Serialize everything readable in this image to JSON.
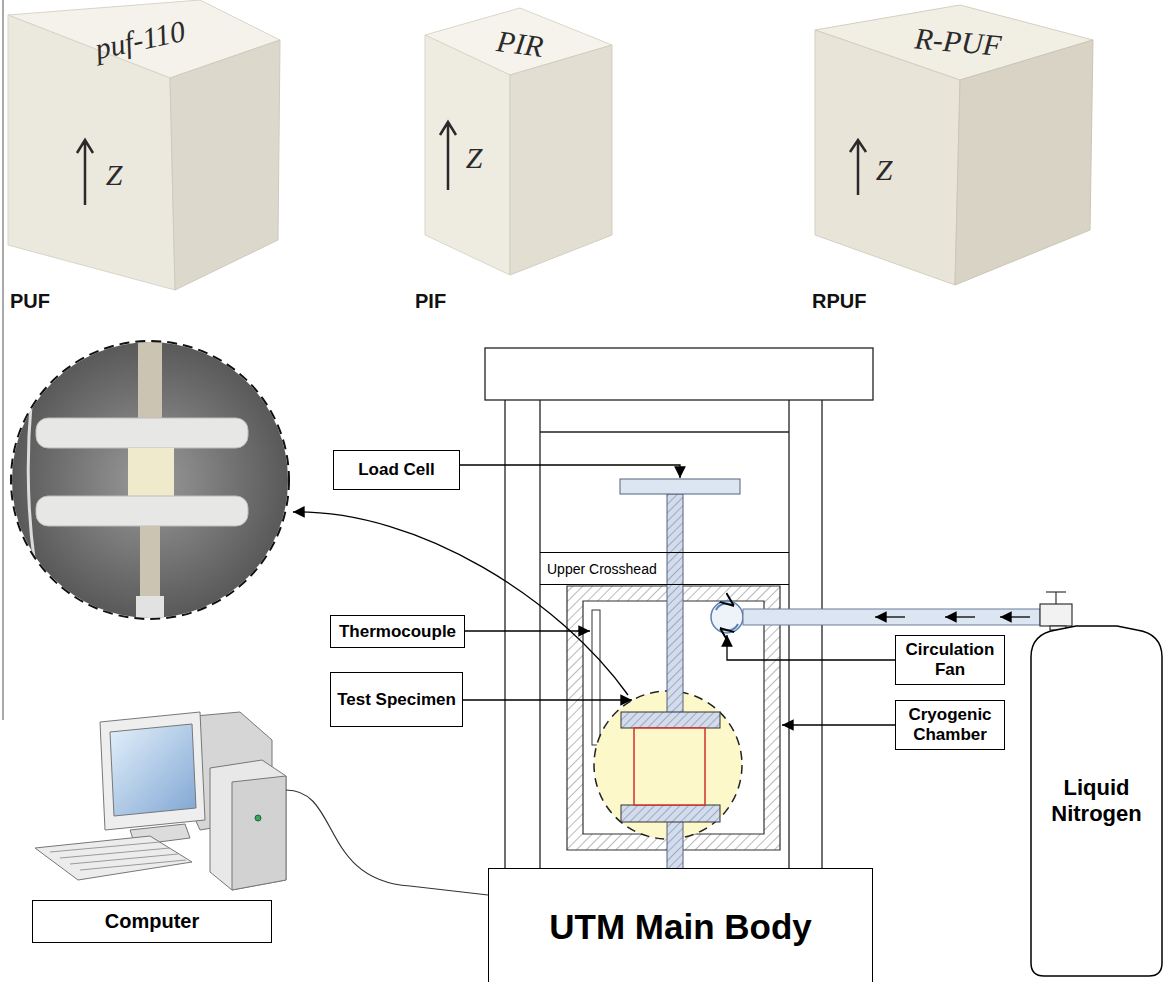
{
  "diagram": {
    "nodes": [
      {
        "text": [
          "Load Cell"
        ]
      },
      {
        "text": [
          "Upper Crosshead"
        ]
      },
      {
        "text": [
          "Thermocouple"
        ]
      },
      {
        "text": [
          "Circulation Fan"
        ]
      },
      {
        "text": [
          "Test Specimen"
        ]
      },
      {
        "text": [
          "Cryogenic Chamber"
        ]
      },
      {
        "text": [
          "Liquid Nitrogen"
        ]
      },
      {
        "text": [
          "Computer"
        ]
      },
      {
        "text": [
          "UTM Main Body"
        ]
      }
    ],
    "labels": [
      "puf-110",
      "Z",
      "PUF",
      "PIR",
      "Z",
      "PIF",
      "R-PUF",
      "Z",
      "RPUF"
    ]
  }
}
